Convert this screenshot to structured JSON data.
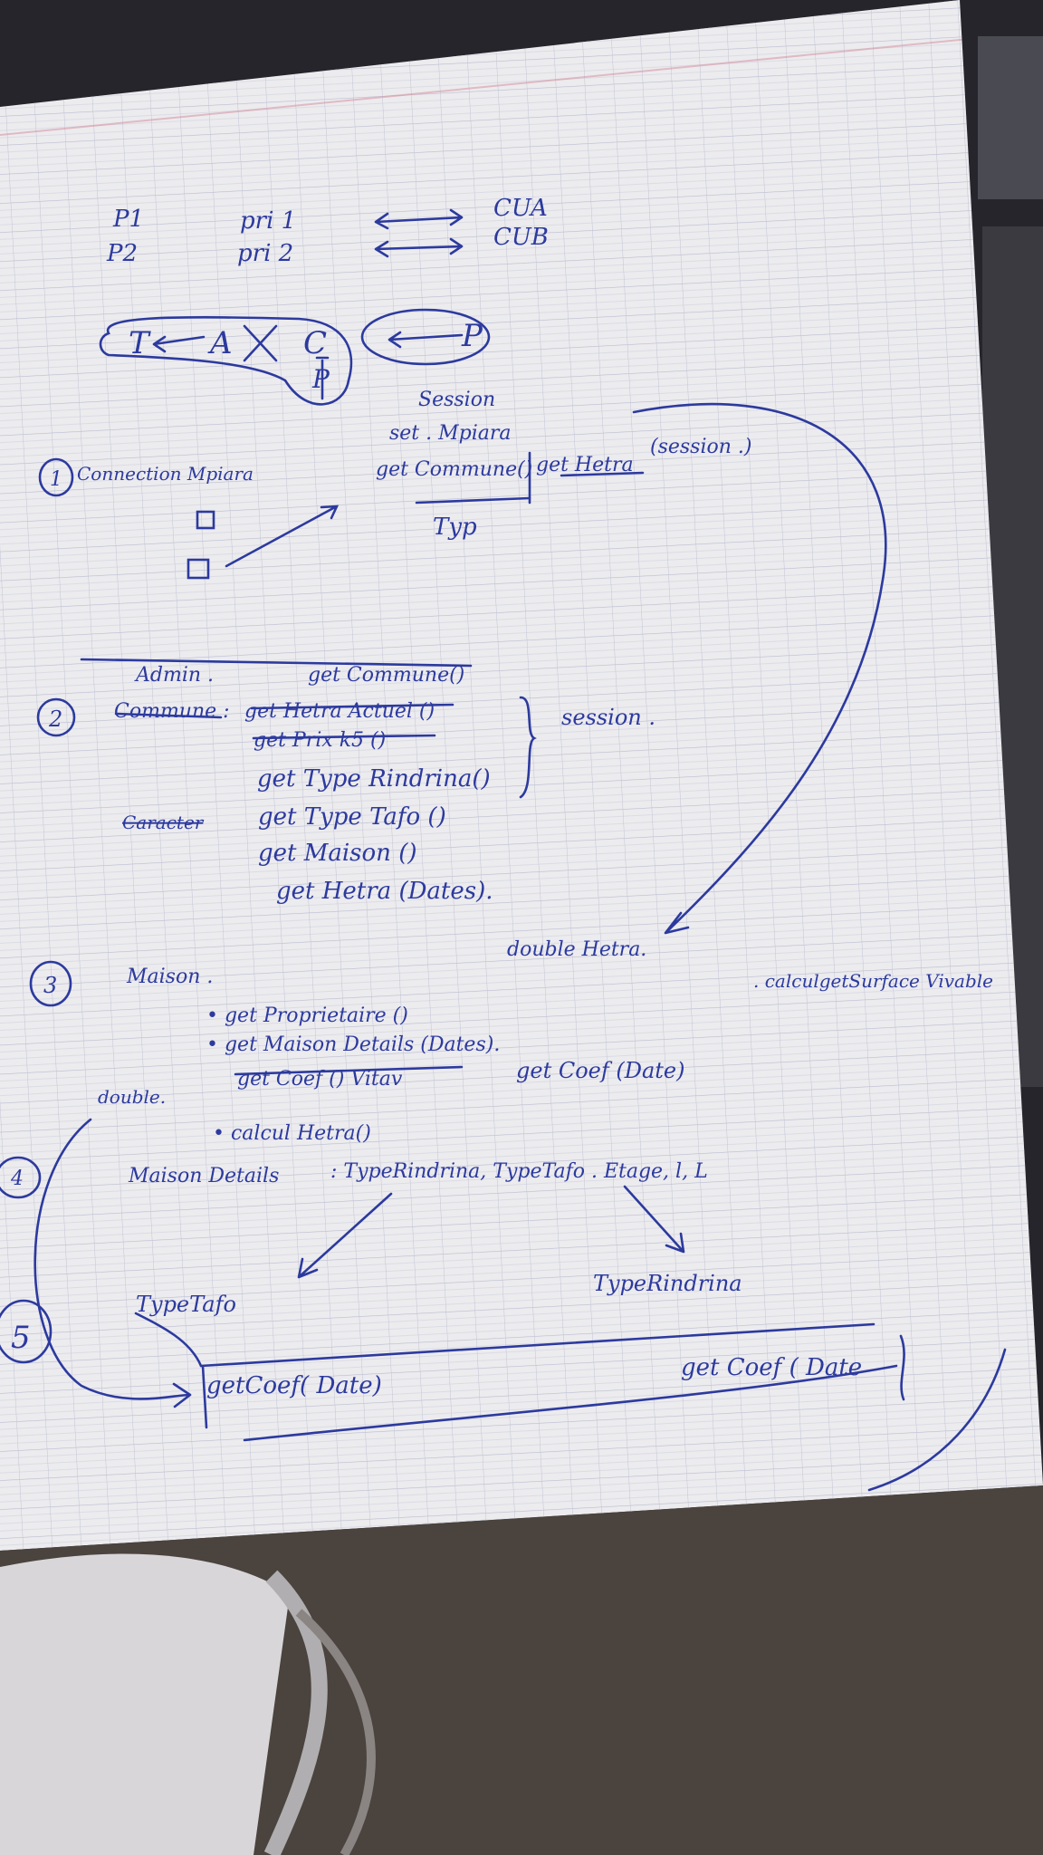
{
  "notes": {
    "top": {
      "p1": "P1",
      "p2": "P2",
      "pri1": "pri 1",
      "pri2": "pri 2",
      "cua": "CUA",
      "cub": "CUB"
    },
    "diagram": {
      "t": "T",
      "a": "A",
      "c": "C",
      "p_small": "P",
      "p_big": "P"
    },
    "section1": {
      "number": "1",
      "title": "Connection Mpiara",
      "session": "Session",
      "set": "set . Mpiara",
      "get_commune": "get Commune()",
      "get_hetra": "get Hetra",
      "session_arg": "(session .)",
      "typ": "Typ"
    },
    "section2": {
      "number": "2",
      "admin": "Admin .",
      "get_commune": "get Commune()",
      "commune": "Commune :",
      "crossed1": "get Hetra Actuel ()",
      "crossed2": "get Prix k5 ()",
      "type_rindrina": "get Type Rindrina()",
      "caracter": "Caracter",
      "type_tafo": "get Type Tafo ()",
      "maison": "get Maison ()",
      "hetra_dates": "get Hetra (Dates).",
      "session_label": "session ."
    },
    "section3": {
      "number": "3",
      "maison": "Maison .",
      "double_hetra": "double Hetra.",
      "surface": ". calculgetSurface Vivable",
      "proprietaire": "• get Proprietaire ()",
      "maison_details": "• get Maison Details (Dates).",
      "double": "double.",
      "crossed_coef": "get Coef () Vitav",
      "get_coef": "get Coef (Date)",
      "calcul_hetra": "• calcul Hetra()"
    },
    "section4": {
      "number": "4",
      "maison_details": "Maison Details",
      "list": ": TypeRindrina, TypeTafo . Etage, l, L"
    },
    "section5": {
      "number": "5",
      "type_tafo": "TypeTafo",
      "type_rindrina": "TypeRindrina",
      "get_coef_left": "getCoef( Date)",
      "get_coef_right": "get Coef ( Date"
    }
  },
  "colors": {
    "ink": "#2c3a9e",
    "paper": "#ecebee",
    "grid": "#b9bcd0",
    "margin": "#d28a9a",
    "background": "#2a2a30"
  }
}
